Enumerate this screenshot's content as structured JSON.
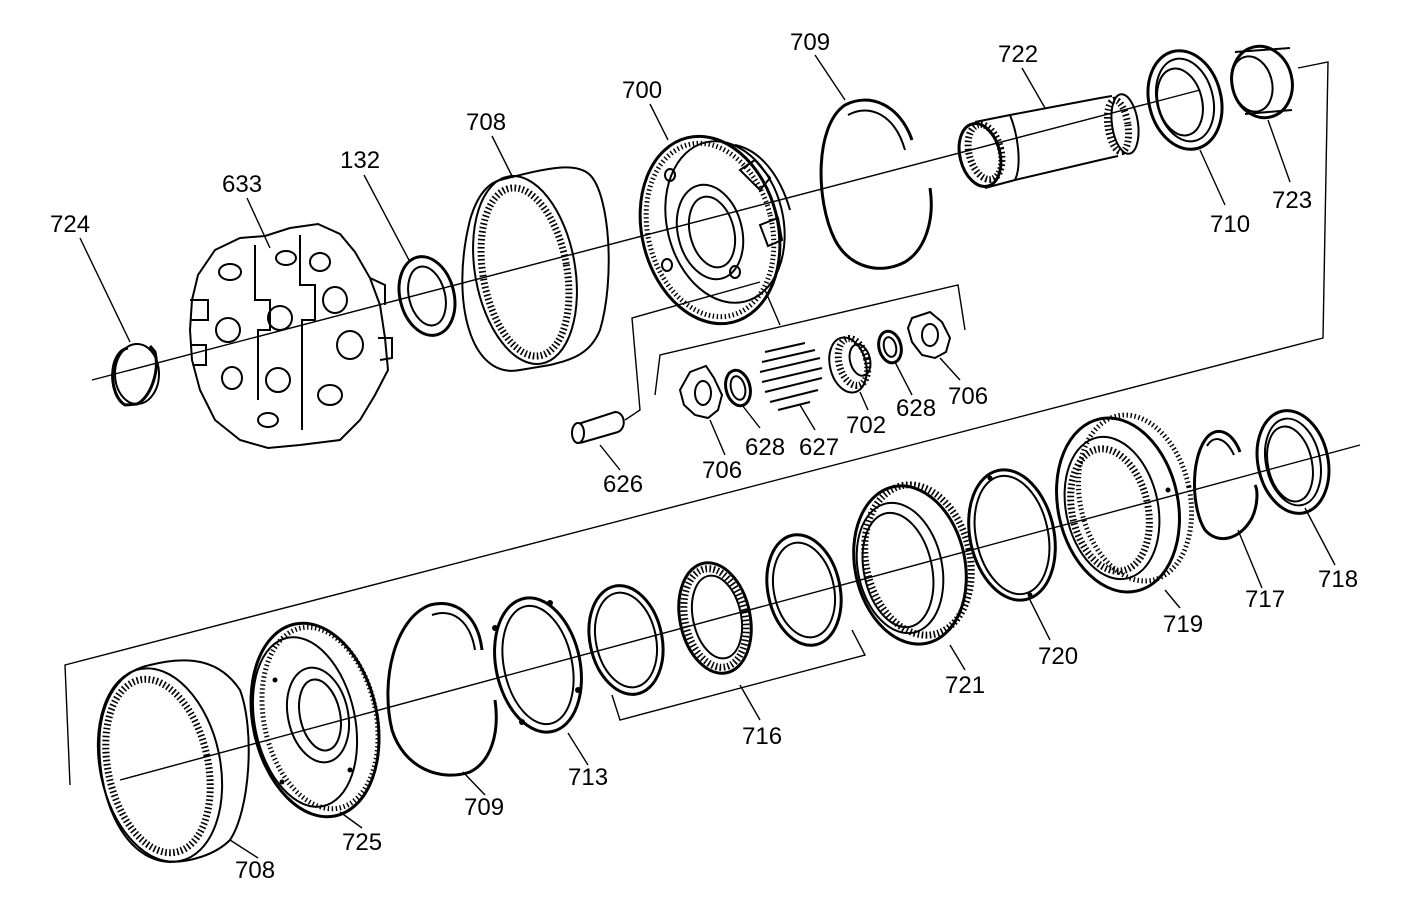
{
  "labels": {
    "p724": "724",
    "p633": "633",
    "p132": "132",
    "p708_top": "708",
    "p700": "700",
    "p709_top": "709",
    "p722": "722",
    "p710": "710",
    "p723": "723",
    "p626": "626",
    "p706_left": "706",
    "p628_left": "628",
    "p627": "627",
    "p702": "702",
    "p628_right": "628",
    "p706_right": "706",
    "p708_bottom": "708",
    "p725": "725",
    "p709_bottom": "709",
    "p713": "713",
    "p716": "716",
    "p721": "721",
    "p720": "720",
    "p719": "719",
    "p717": "717",
    "p718": "718"
  }
}
